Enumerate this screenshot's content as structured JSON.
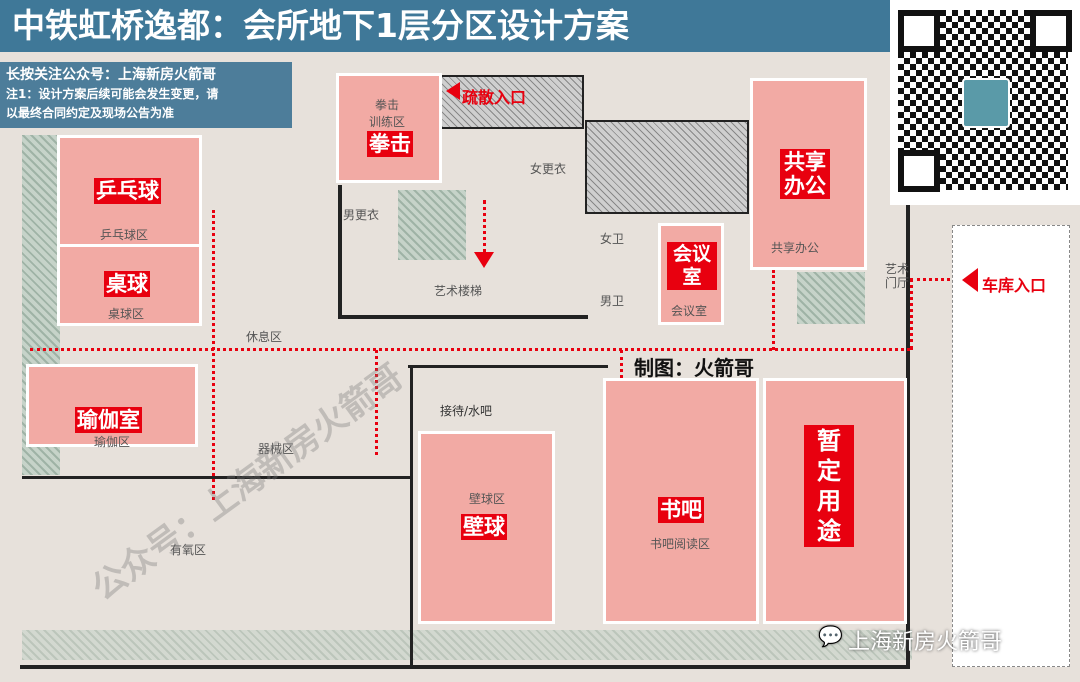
{
  "title": "中铁虹桥逸都：会所地下1层分区设计方案",
  "notes": {
    "line1": "长按关注公众号：上海新房火箭哥",
    "line2": "注1：设计方案后续可能会发生变更，请",
    "line3": "以最终合同约定及现场公告为准"
  },
  "rooms": {
    "pingpong": {
      "tag": "乒乓球",
      "label": "乒乓球区"
    },
    "billiards": {
      "tag": "桌球",
      "label": "桌球区"
    },
    "boxing": {
      "tag": "拳击",
      "label": "拳击\n训练区"
    },
    "yoga": {
      "tag": "瑜伽室",
      "label": "瑜伽区"
    },
    "meeting": {
      "tag": "会议室",
      "label": "会议室"
    },
    "cowork": {
      "tag": "共享办公",
      "label": "共享办公"
    },
    "squash": {
      "tag": "壁球",
      "label": "壁球区"
    },
    "bookbar": {
      "tag": "书吧",
      "label": "书吧阅读区"
    },
    "tbd": {
      "tag": "暂定用途"
    }
  },
  "areas": {
    "lounge": "休息区",
    "equipment": "器械区",
    "cardio": "有氧区",
    "stair": "艺术楼梯",
    "reception": "接待/水吧",
    "women_locker": "女更衣",
    "men_locker": "男更衣",
    "women_wc": "女卫",
    "men_wc": "男卫",
    "art_lobby": "艺术门厅"
  },
  "entrances": {
    "evacuation": "疏散入口",
    "garage": "车库入口"
  },
  "credit": "制图：火箭哥",
  "watermark": "公众号：上海新房火箭哥",
  "wechat": "上海新房火箭哥",
  "colors": {
    "accent": "#e8000f",
    "room": "#f2aaa4",
    "title_bar": "#3f7898"
  }
}
